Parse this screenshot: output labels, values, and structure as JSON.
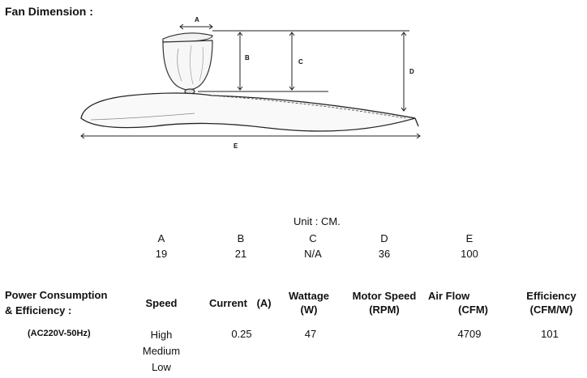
{
  "title": "Fan Dimension :",
  "diagram_labels": {
    "a": "A",
    "b": "B",
    "c": "C",
    "d": "D",
    "e": "E"
  },
  "unit": "Unit : CM.",
  "dimensions": {
    "headers": [
      "A",
      "B",
      "C",
      "D",
      "E"
    ],
    "values": [
      "19",
      "21",
      "N/A",
      "36",
      "100"
    ]
  },
  "power": {
    "title_line1": "Power Consumption",
    "title_line2": "& Efficiency :",
    "voltage": "(AC220V-50Hz)",
    "headers": {
      "speed": "Speed",
      "current": "Current",
      "current_unit": "(A)",
      "wattage": "Wattage",
      "wattage_unit": "(W)",
      "motor_speed": "Motor Speed",
      "motor_speed_unit": "(RPM)",
      "air_flow": "Air Flow",
      "air_flow_unit": "(CFM)",
      "efficiency": "Efficiency",
      "efficiency_unit": "(CFM/W)"
    },
    "speeds": [
      "High",
      "Medium",
      "Low"
    ],
    "values": {
      "current": "0.25",
      "wattage": "47",
      "air_flow": "4709",
      "efficiency": "101"
    }
  }
}
